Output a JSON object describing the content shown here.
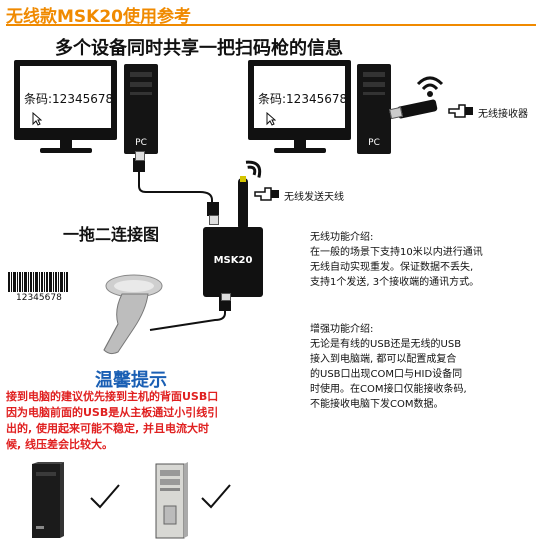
{
  "title": "无线款MSK20使用参考",
  "headline": "多个设备同时共享一把扫码枪的信息",
  "left_screen": {
    "text": "条码:12345678",
    "pc_label": "PC"
  },
  "right_screen": {
    "text": "条码:12345678",
    "pc_label": "PC"
  },
  "receiver_label": "无线接收器",
  "transmitter_label": "无线发送天线",
  "drag_label": "一拖二连接图",
  "device_label": "MSK20",
  "barcode_number": "12345678",
  "wireless_intro": {
    "heading": "无线功能介绍:",
    "lines": [
      "在一般的场景下支持10米以内进行通讯",
      "无线自动实现重发。保证数据不丢失,",
      "支持1个发送, 3个接收端的通讯方式。"
    ]
  },
  "enhanced_intro": {
    "heading": "增强功能介绍:",
    "lines": [
      "无论是有线的USB还是无线的USB",
      "接入到电脑端, 都可以配置成复合",
      "的USB口出现COM口与HID设备同",
      "时使用。在COM接口仅能接收条码,",
      "不能接收电脑下发COM数据。"
    ]
  },
  "tips": {
    "title": "温馨提示",
    "lines": [
      "接到电脑的建议优先接到主机的背面USB口",
      "因为电脑前面的USB是从主板通过小引线引",
      "出的, 使用起来可能不稳定, 并且电流大时",
      "候, 线压差会比较大。"
    ]
  },
  "colors": {
    "accent": "#f08a00",
    "tips_title": "#1a5fb4",
    "tips_body": "#e02020"
  }
}
